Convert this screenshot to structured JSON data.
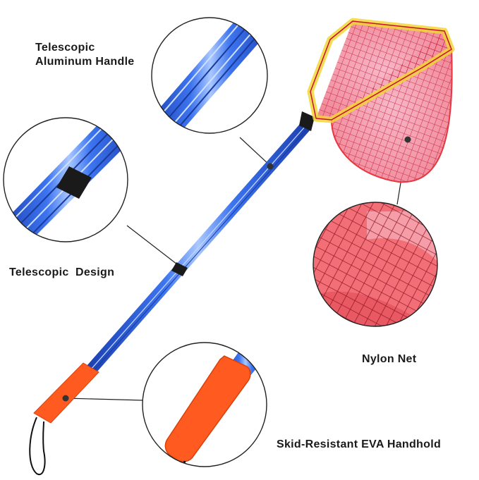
{
  "labels": {
    "telescopic_handle_line1": "Telescopic",
    "telescopic_handle_line2": "Aluminum Handle",
    "telescopic_design": "Telescopic  Design",
    "nylon_net": "Nylon Net",
    "eva_handhold": "Skid-Resistant EVA Handhold"
  },
  "colors": {
    "pole_blue": "#2f5fd8",
    "pole_highlight": "#8fb6ff",
    "net_red": "#e8353f",
    "net_rim_yellow": "#f2d63a",
    "grip_orange": "#ff5a1f",
    "callout_line": "#222222",
    "background": "#ffffff"
  },
  "icons": [
    "fishing-net-image",
    "zoom-callout-circle",
    "leader-line"
  ]
}
